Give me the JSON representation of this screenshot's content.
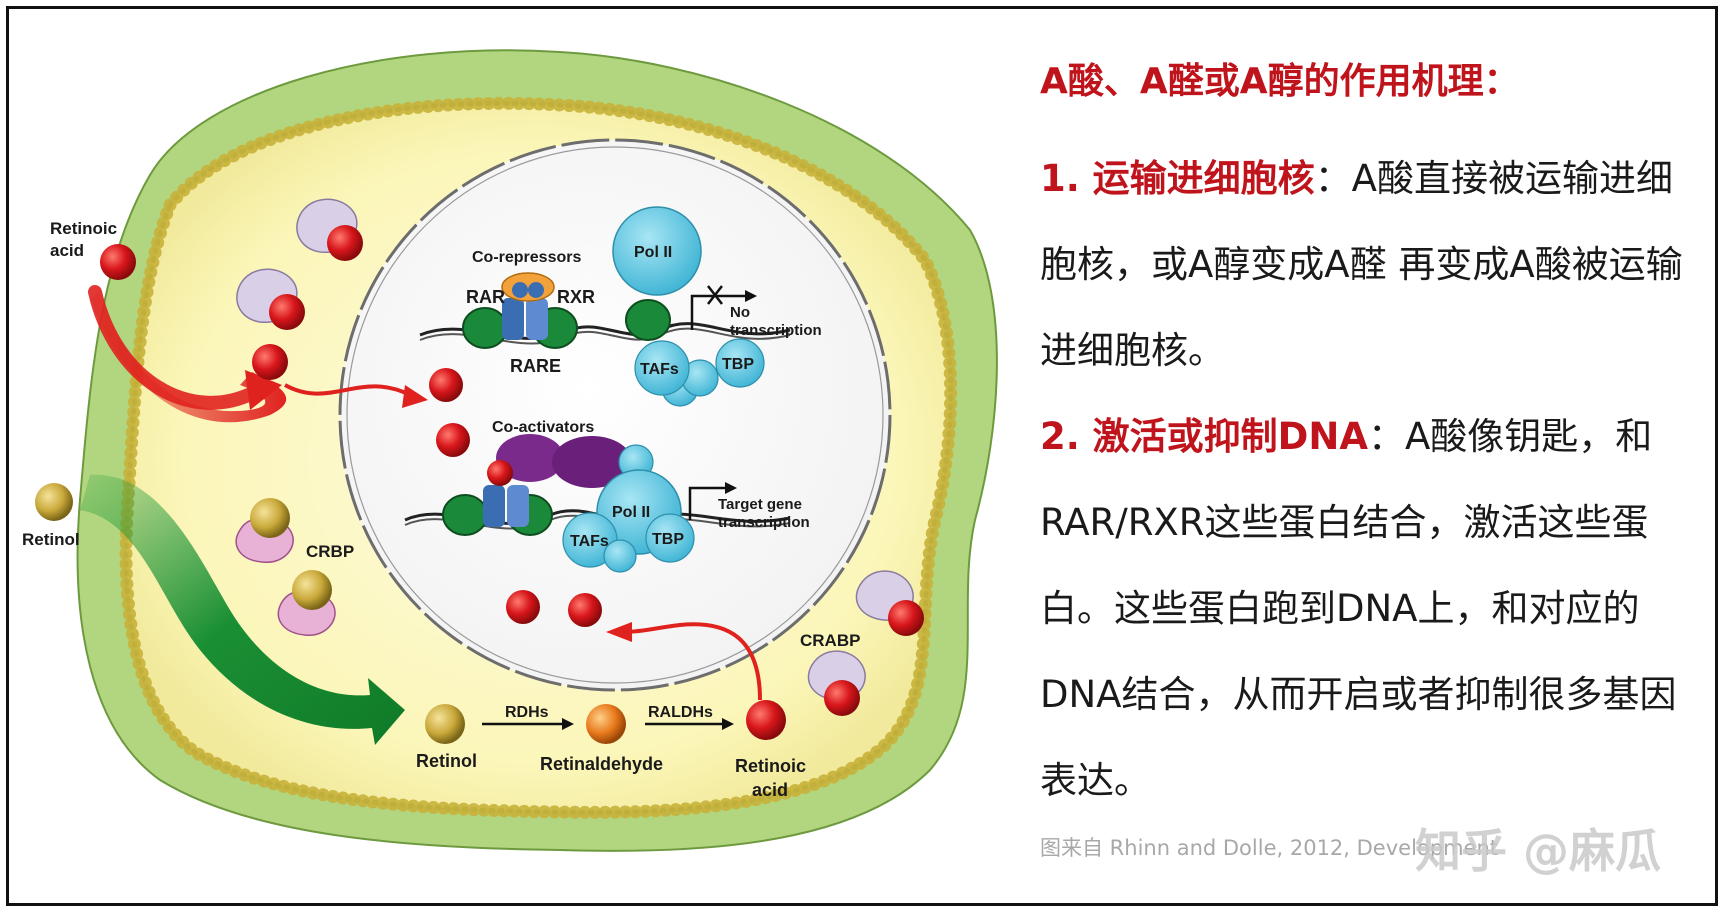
{
  "diagram": {
    "labels": {
      "retinoic_acid_left_line1": "Retinoic",
      "retinoic_acid_left_line2": "acid",
      "retinol_left": "Retinol",
      "crbp": "CRBP",
      "crabp": "CRABP",
      "retinol_bottom": "Retinol",
      "rdhs": "RDHs",
      "retinaldehyde": "Retinaldehyde",
      "raldhs": "RALDHs",
      "retinoic_acid_bottom_line1": "Retinoic",
      "retinoic_acid_bottom_line2": "acid",
      "co_repressors": "Co-repressors",
      "pol2_top": "Pol II",
      "rar": "RAR",
      "rxr": "RXR",
      "rare": "RARE",
      "no_transcription_line1": "No",
      "no_transcription_line2": "transcription",
      "tafs_top": "TAFs",
      "tbp_top": "TBP",
      "co_activators": "Co-activators",
      "pol2_bottom": "Pol II",
      "target_gene_line1": "Target gene",
      "target_gene_line2": "transcription",
      "tafs_bottom": "TAFs",
      "tbp_bottom": "TBP"
    },
    "colors": {
      "retinoic_acid": "#d8161b",
      "retinol": "#c9a93a",
      "retinaldehyde": "#e87a1c",
      "cell_outer": "#a9cf7a",
      "cytoplasm": "#fbf8c5",
      "pol2": "#5cc6e0",
      "corepressor": "#f3a23b",
      "coactivator": "#7a2a8a",
      "receptor": "#3b6db3",
      "nucleosome": "#1a8a3a"
    }
  },
  "panel": {
    "heading": "A酸、A醛或A醇的作用机理：",
    "p1_keyword": "1. 运输进细胞核",
    "p1_text": "：A酸直接被运输进细胞核，或A醇变成A醛 再变成A酸被运输进细胞核。",
    "p2_keyword": "2. 激活或抑制DNA",
    "p2_text": "：A酸像钥匙，和RAR/RXR这些蛋白结合，激活这些蛋白。这些蛋白跑到DNA上，和对应的DNA结合，从而开启或者抑制很多基因表达。"
  },
  "caption": "图来自 Rhinn and Dolle, 2012, Development",
  "watermark": "知乎 @麻瓜"
}
